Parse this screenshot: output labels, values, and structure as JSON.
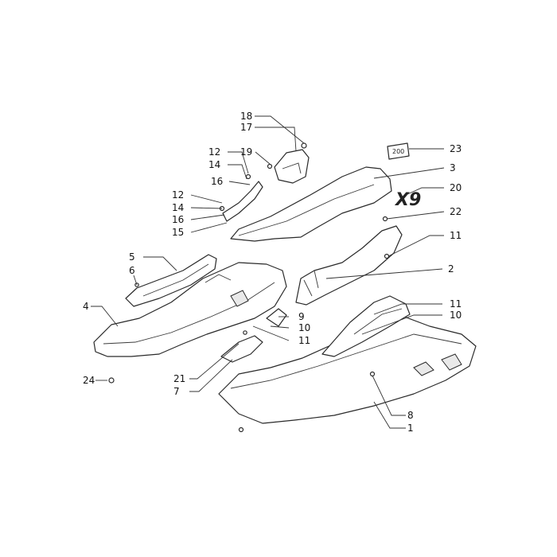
{
  "diagram": {
    "callouts": [
      "18",
      "17",
      "19",
      "12",
      "14",
      "16",
      "12",
      "14",
      "16",
      "15",
      "23",
      "3",
      "20",
      "22",
      "11",
      "2",
      "5",
      "6",
      "4",
      "9",
      "10",
      "11",
      "11",
      "10",
      "24",
      "21",
      "7",
      "8",
      "1"
    ],
    "logo": "X9",
    "plate": "200"
  }
}
